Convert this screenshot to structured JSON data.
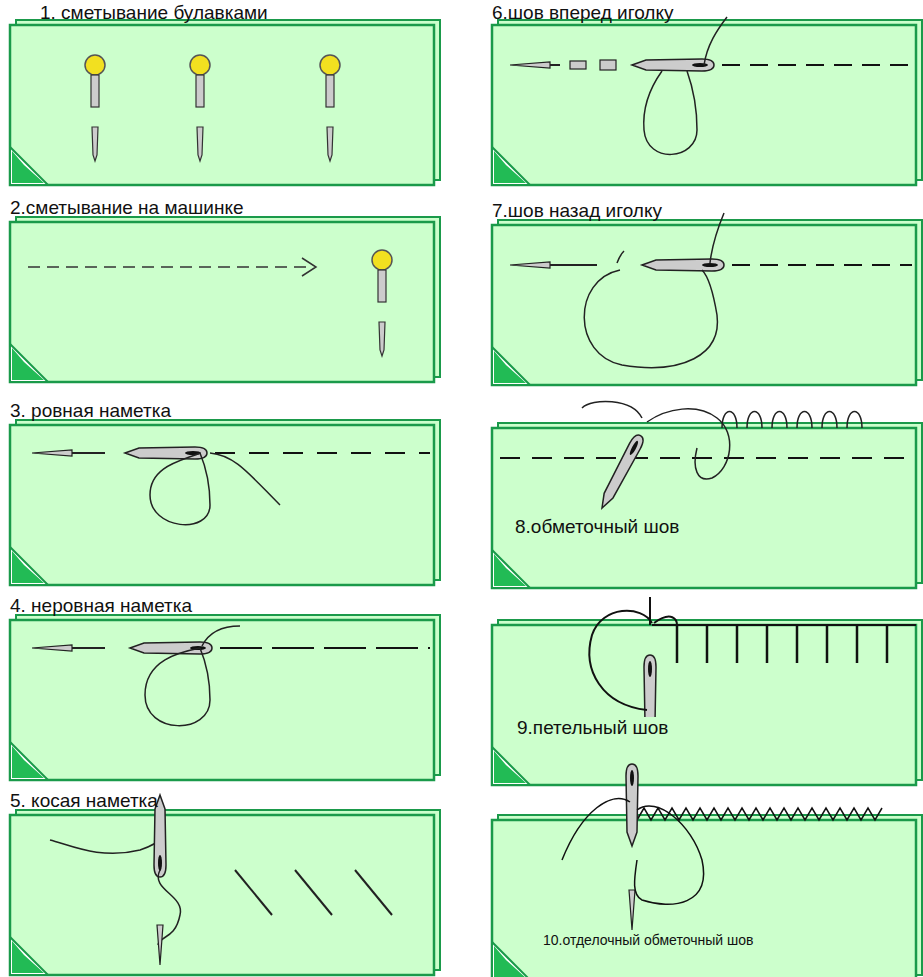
{
  "diagram": {
    "nodes": [
      {
        "text": [
          "1. сметывание булавками"
        ]
      },
      {
        "text": [
          "2.сметывание на машинке"
        ]
      },
      {
        "text": [
          "3. ровная наметка"
        ]
      },
      {
        "text": [
          "4. неровная наметка"
        ]
      },
      {
        "text": [
          "5. косая наметка"
        ]
      },
      {
        "text": [
          "6.шов вперед иголку"
        ]
      },
      {
        "text": [
          "7.шов назад иголку"
        ]
      },
      {
        "text": [
          "8.обметочный шов"
        ]
      },
      {
        "text": [
          "9.петельный шов"
        ]
      },
      {
        "text": [
          "10.отделочный обметочный шов"
        ]
      }
    ]
  }
}
